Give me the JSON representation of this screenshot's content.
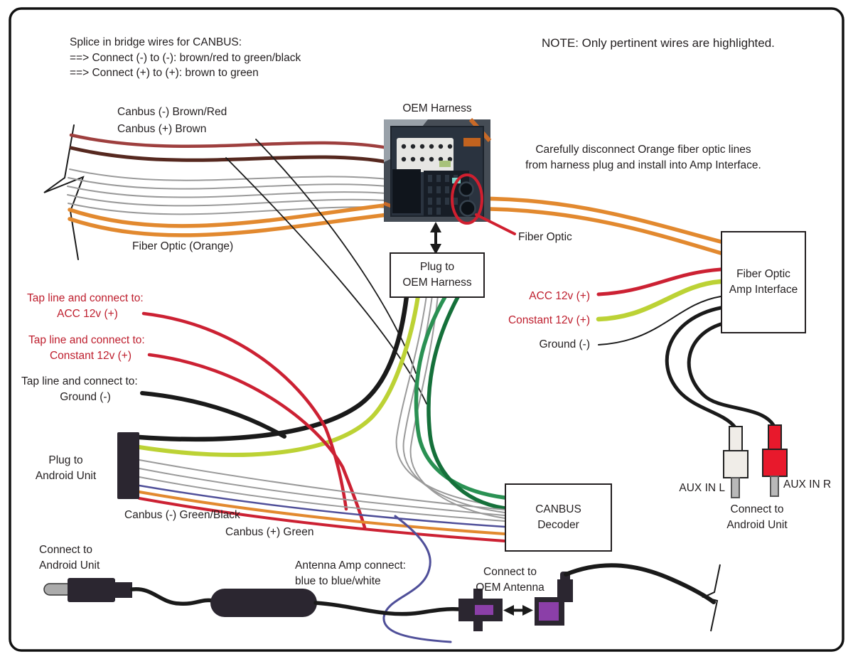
{
  "note": "NOTE:  Only pertinent wires are highlighted.",
  "splice_note": {
    "line1": "Splice in bridge wires for CANBUS:",
    "line2": "==>  Connect (-) to (-): brown/red to green/black",
    "line3": "==>  Connect (+) to (+):  brown to green"
  },
  "labels": {
    "canbus_neg_brown": "Canbus (-) Brown/Red",
    "canbus_pos_brown": "Canbus (+) Brown",
    "oem_harness": "OEM Harness",
    "disconnect_line1": "Carefully disconnect Orange fiber optic lines",
    "disconnect_line2": "from harness plug and install into Amp Interface.",
    "fiber_optic": "Fiber Optic",
    "fiber_optic_orange": "Fiber Optic (Orange)",
    "plug_oem_line1": "Plug to",
    "plug_oem_line2": "OEM Harness",
    "tap_acc_line1": "Tap line and connect to:",
    "tap_acc_line2": "ACC 12v (+)",
    "tap_const_line1": "Tap line and connect to:",
    "tap_const_line2": "Constant 12v (+)",
    "tap_gnd_line1": "Tap line and connect to:",
    "tap_gnd_line2": "Ground (-)",
    "acc": "ACC 12v (+)",
    "constant": "Constant 12v (+)",
    "ground": "Ground (-)",
    "amp_line1": "Fiber Optic",
    "amp_line2": "Amp Interface",
    "plug_android_line1": "Plug to",
    "plug_android_line2": "Android Unit",
    "canbus_neg_green": "Canbus (-) Green/Black",
    "canbus_pos_green": "Canbus (+) Green",
    "decoder_line1": "CANBUS",
    "decoder_line2": "Decoder",
    "aux_l": "AUX IN L",
    "aux_r": "AUX IN R",
    "connect_rca_line1": "Connect to",
    "connect_rca_line2": "Android Unit",
    "connect_ant_line1": "Connect to",
    "connect_ant_line2": "Android Unit",
    "antenna_amp_line1": "Antenna Amp connect:",
    "antenna_amp_line2": "blue to blue/white",
    "connect_oem_ant_line1": "Connect to",
    "connect_oem_ant_line2": "OEM Antenna"
  },
  "colors": {
    "crimson_text": "#be1e2d",
    "red_wire": "#cc2133",
    "brown_red_wire": "#9e3f3e",
    "brown_wire": "#56281f",
    "gray_wire": "#9a9a9a",
    "orange_wire": "#e2892f",
    "lime_wire": "#bcd235",
    "green_mid_wire": "#2a9153",
    "green_dark_wire": "#15703a",
    "blue_wire": "#4f4f99",
    "purple_connector": "#8b3fa8",
    "black_wire": "#1a1a1a",
    "photo_circle_red": "#d01f2f",
    "rca_red": "#e8192c",
    "rca_white": "#f0ede8"
  }
}
